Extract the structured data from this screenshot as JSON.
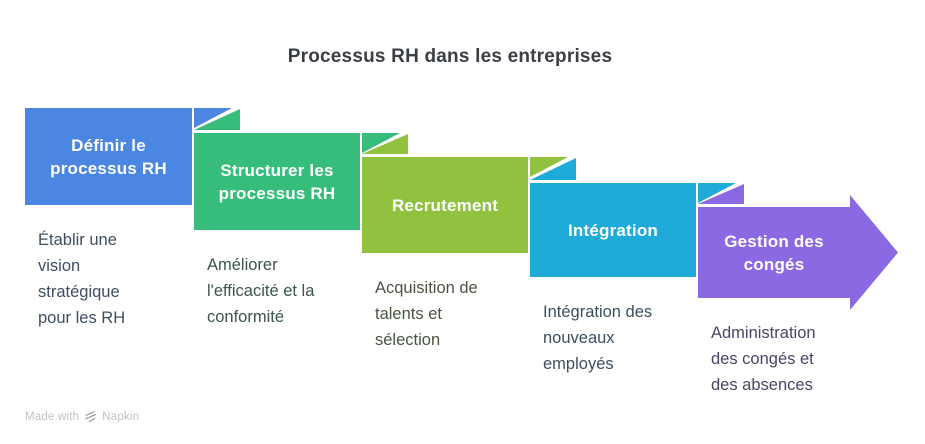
{
  "title": "Processus RH dans les entreprises",
  "watermark": {
    "prefix": "Made with",
    "brand": "Napkin"
  },
  "steps": [
    {
      "label": "Définir le processus RH",
      "color": "#4a86e2",
      "desc_color": "#3f4e63",
      "desc_lines": [
        "Établir une",
        "vision",
        "stratégique",
        "pour les RH"
      ]
    },
    {
      "label": "Structurer les processus RH",
      "color": "#36bd7b",
      "desc_color": "#3c564c",
      "desc_lines": [
        "Améliorer",
        "l'efficacité et la",
        "conformité"
      ]
    },
    {
      "label": "Recrutement",
      "color": "#90c13f",
      "desc_color": "#4a5442",
      "desc_lines": [
        "Acquisition de",
        "talents et",
        "sélection"
      ]
    },
    {
      "label": "Intégration",
      "color": "#1fabda",
      "desc_color": "#3a505c",
      "desc_lines": [
        "Intégration des",
        "nouveaux",
        "employés"
      ]
    },
    {
      "label": "Gestion des congés",
      "color": "#8b69e2",
      "desc_color": "#494566",
      "desc_lines": [
        "Administration",
        "des congés et",
        "des absences"
      ]
    }
  ]
}
